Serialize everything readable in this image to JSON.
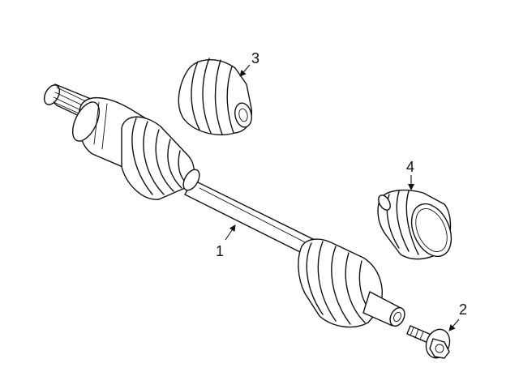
{
  "diagram": {
    "callouts": [
      {
        "id": "1",
        "label": "1",
        "part": "axle-shaft-assembly"
      },
      {
        "id": "2",
        "label": "2",
        "part": "hub-bolt"
      },
      {
        "id": "3",
        "label": "3",
        "part": "inner-cv-boot"
      },
      {
        "id": "4",
        "label": "4",
        "part": "outer-cv-boot"
      }
    ]
  }
}
